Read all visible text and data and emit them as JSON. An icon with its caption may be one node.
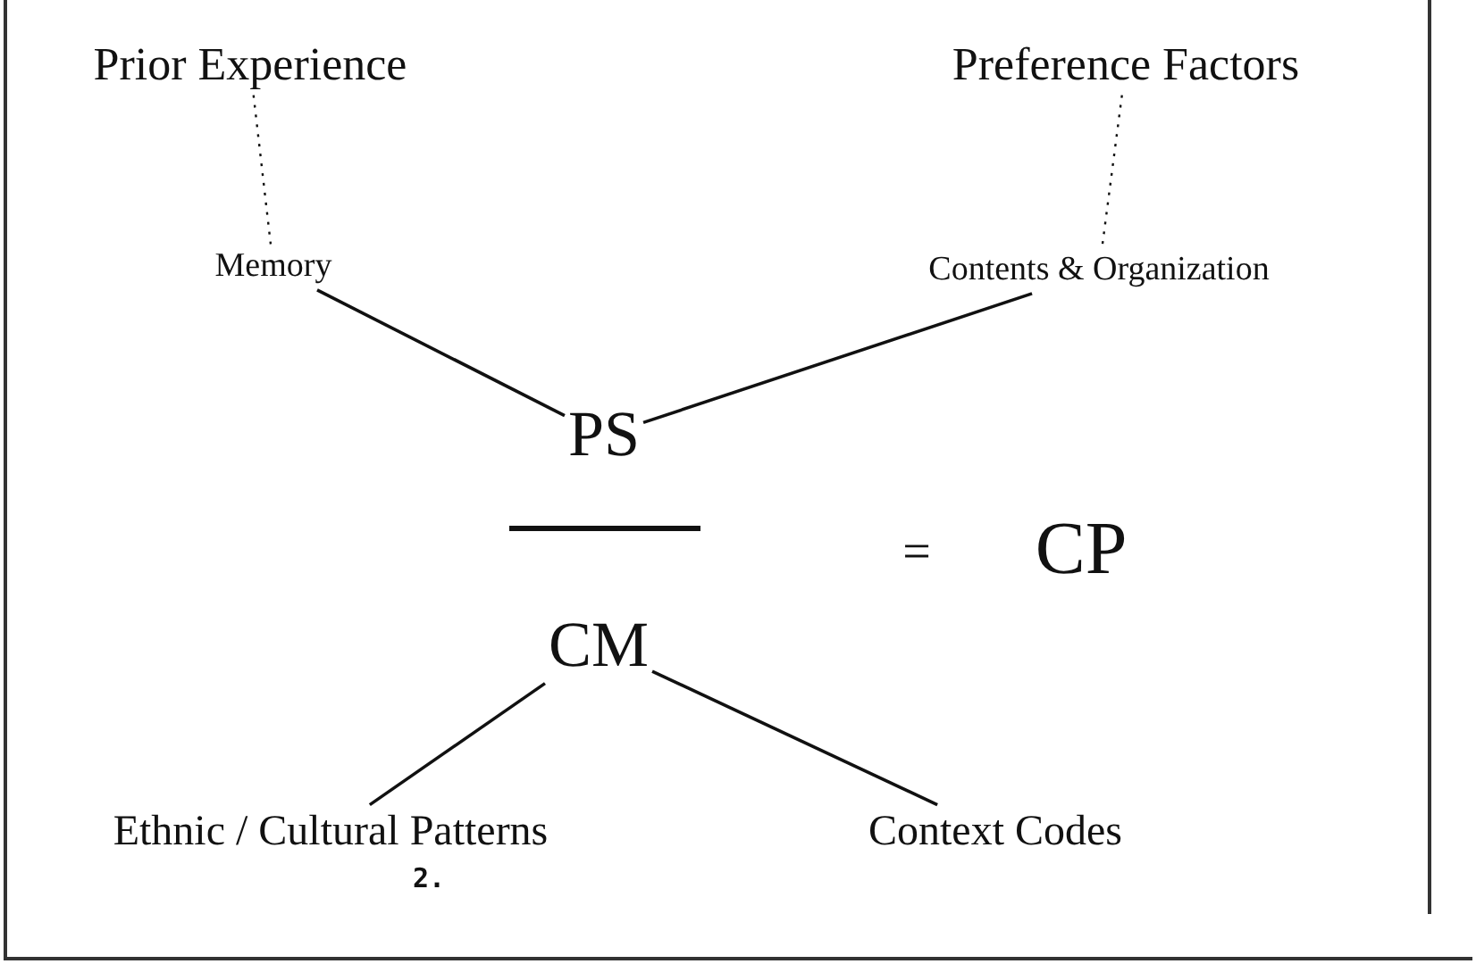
{
  "diagram": {
    "nodes": [
      {
        "text": [
          "Prior Experience"
        ]
      },
      {
        "text": [
          "Memory"
        ]
      },
      {
        "text": [
          "Preference Factors"
        ]
      },
      {
        "text": [
          "Contents & Organization"
        ]
      },
      {
        "text": [
          "PS"
        ]
      },
      {
        "text": [
          "CM"
        ]
      },
      {
        "text": [
          "CP"
        ]
      },
      {
        "text": [
          "Ethnic / Cultural Patterns"
        ]
      },
      {
        "text": [
          "Context Codes"
        ]
      }
    ],
    "edges": [
      {
        "from": 0,
        "to": 1,
        "arrow": "none",
        "style": "dashed"
      },
      {
        "from": 2,
        "to": 3,
        "arrow": "none",
        "style": "dashed"
      },
      {
        "from": 1,
        "to": 4,
        "arrow": "none"
      },
      {
        "from": 3,
        "to": 4,
        "arrow": "none"
      },
      {
        "from": 5,
        "to": 7,
        "arrow": "none"
      },
      {
        "from": 5,
        "to": 8,
        "arrow": "none"
      }
    ],
    "labels": [
      "=",
      "2."
    ]
  }
}
